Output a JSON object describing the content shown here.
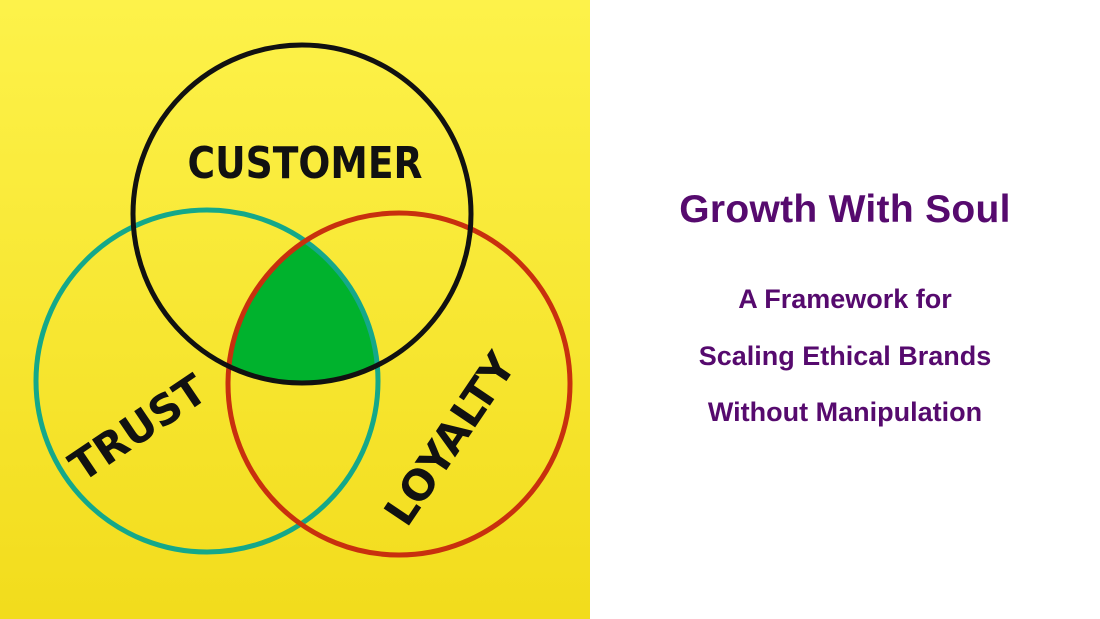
{
  "diagram": {
    "labels": {
      "top": "CUSTOMER",
      "left": "TRUST",
      "right": "LOYALTY"
    },
    "colors": {
      "background": "#f7e62a",
      "customer": "#111111",
      "trust": "#14a88a",
      "loyalty": "#c8300e",
      "overlap": "#00b22d"
    }
  },
  "heading": {
    "title": "Growth With Soul",
    "subtitle_lines": [
      "A Framework for",
      "Scaling Ethical Brands",
      "Without Manipulation"
    ],
    "color": "#560a6e"
  }
}
